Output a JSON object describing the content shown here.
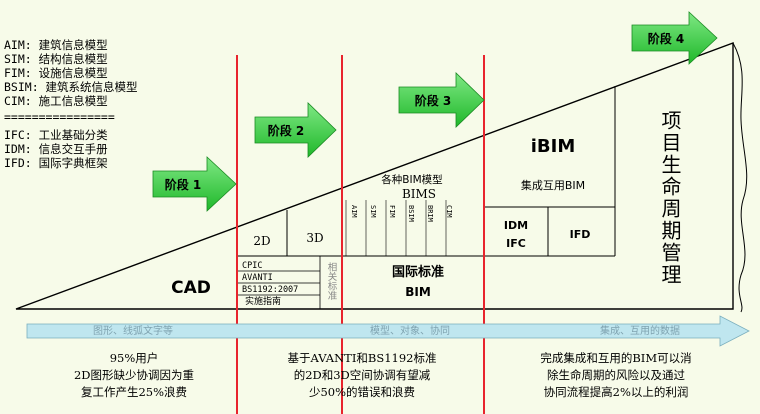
{
  "legend": {
    "abbreviations": [
      "AIM: 建筑信息模型",
      "SIM: 结构信息模型",
      "FIM: 设施信息模型",
      "BSIM: 建筑系统信息模型",
      "CIM: 施工信息模型"
    ],
    "divider": "================",
    "standards": [
      "IFC: 工业基础分类",
      "IDM: 信息交互手册",
      "IFD: 国际字典框架"
    ]
  },
  "stages": [
    "阶段 1",
    "阶段 2",
    "阶段 3",
    "阶段 4"
  ],
  "triangle": {
    "cad": "CAD",
    "d2": "2D",
    "d3": "3D",
    "cpic": "CPIC",
    "avanti": "AVANTI",
    "bs1192": "BS1192:2007",
    "impl_guide": "实施指南",
    "related_std": "相关标准",
    "models_caption": "各种BIM模型",
    "bims": "BIMS",
    "model_codes": [
      "AIM",
      "SIM",
      "FIM",
      "BSIM",
      "BRIM",
      "CIM"
    ],
    "intl_std": "国际标准",
    "bim": "BIM",
    "ibim": "iBIM",
    "integrated_use": "集成互用BIM",
    "idm": "IDM",
    "ifc": "IFC",
    "ifd": "IFD",
    "lifecycle": "项目生命周期管理"
  },
  "timeline": {
    "segments": [
      "图形、线弧文字等",
      "模型、对象、协同",
      "集成、互用的数据"
    ]
  },
  "bottom": {
    "col1": [
      "95%用户",
      "2D图形缺少协调因为重",
      "复工作产生25%浪费"
    ],
    "col2": [
      "基于AVANTI和BS1192标准",
      "的2D和3D空间协调有望减",
      "少50%的错误和浪费"
    ],
    "col3": [
      "完成集成和互用的BIM可以消",
      "除生命周期的风险以及通过",
      "协同流程提高2%以上的利润"
    ]
  },
  "colors": {
    "background": "#f7fbe9",
    "stage_arrow": "#39d43f",
    "divider_red": "#e8242d",
    "timeline_fill": "#bfe6ef",
    "timeline_text": "#7fa3b0"
  }
}
